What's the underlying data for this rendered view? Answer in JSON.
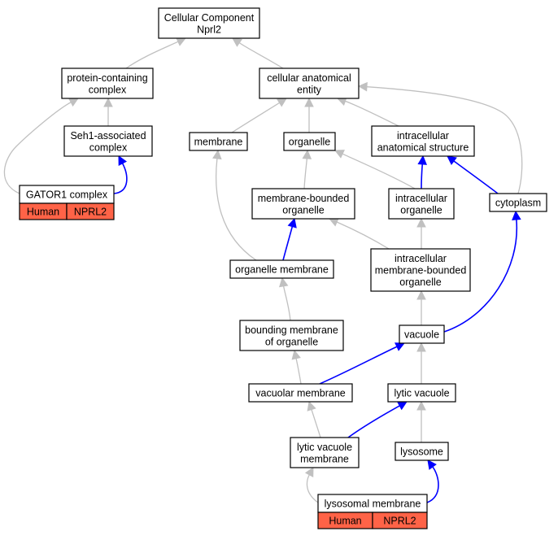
{
  "colors": {
    "is_a_edge": "#c0c0c0",
    "part_of_edge": "#0000ff",
    "annotation_fill": "#ff6347",
    "node_fill": "#ffffff"
  },
  "nodes": {
    "root": [
      "Cellular Component",
      "Nprl2"
    ],
    "protein_containing_complex": [
      "protein-containing",
      "complex"
    ],
    "cellular_anatomical_entity": [
      "cellular anatomical",
      "entity"
    ],
    "seh1_associated_complex": [
      "Seh1-associated",
      "complex"
    ],
    "membrane": [
      "membrane"
    ],
    "organelle": [
      "organelle"
    ],
    "intracellular_anatomical_structure": [
      "intracellular",
      "anatomical structure"
    ],
    "gator1_complex": [
      "GATOR1 complex"
    ],
    "membrane_bounded_organelle": [
      "membrane-bounded",
      "organelle"
    ],
    "intracellular_organelle": [
      "intracellular",
      "organelle"
    ],
    "cytoplasm": [
      "cytoplasm"
    ],
    "organelle_membrane": [
      "organelle membrane"
    ],
    "intracellular_membrane_bounded_organelle": [
      "intracellular",
      "membrane-bounded",
      "organelle"
    ],
    "bounding_membrane_of_organelle": [
      "bounding membrane",
      "of organelle"
    ],
    "vacuole": [
      "vacuole"
    ],
    "vacuolar_membrane": [
      "vacuolar membrane"
    ],
    "lytic_vacuole": [
      "lytic vacuole"
    ],
    "lytic_vacuole_membrane": [
      "lytic vacuole",
      "membrane"
    ],
    "lysosome": [
      "lysosome"
    ],
    "lysosomal_membrane": [
      "lysosomal membrane"
    ]
  },
  "annotations": {
    "gator1_complex": [
      "Human",
      "NPRL2"
    ],
    "lysosomal_membrane": [
      "Human",
      "NPRL2"
    ]
  },
  "edges": [
    {
      "from": "protein_containing_complex",
      "to": "root",
      "type": "is_a"
    },
    {
      "from": "cellular_anatomical_entity",
      "to": "root",
      "type": "is_a"
    },
    {
      "from": "seh1_associated_complex",
      "to": "protein_containing_complex",
      "type": "is_a"
    },
    {
      "from": "gator1_complex",
      "to": "protein_containing_complex",
      "type": "is_a"
    },
    {
      "from": "gator1_complex",
      "to": "seh1_associated_complex",
      "type": "part_of"
    },
    {
      "from": "membrane",
      "to": "cellular_anatomical_entity",
      "type": "is_a"
    },
    {
      "from": "organelle",
      "to": "cellular_anatomical_entity",
      "type": "is_a"
    },
    {
      "from": "intracellular_anatomical_structure",
      "to": "cellular_anatomical_entity",
      "type": "is_a"
    },
    {
      "from": "cytoplasm",
      "to": "cellular_anatomical_entity",
      "type": "is_a"
    },
    {
      "from": "membrane_bounded_organelle",
      "to": "organelle",
      "type": "is_a"
    },
    {
      "from": "intracellular_organelle",
      "to": "organelle",
      "type": "is_a"
    },
    {
      "from": "intracellular_organelle",
      "to": "intracellular_anatomical_structure",
      "type": "part_of"
    },
    {
      "from": "cytoplasm",
      "to": "intracellular_anatomical_structure",
      "type": "part_of"
    },
    {
      "from": "organelle_membrane",
      "to": "membrane",
      "type": "is_a"
    },
    {
      "from": "organelle_membrane",
      "to": "membrane_bounded_organelle",
      "type": "part_of"
    },
    {
      "from": "intracellular_membrane_bounded_organelle",
      "to": "membrane_bounded_organelle",
      "type": "is_a"
    },
    {
      "from": "intracellular_membrane_bounded_organelle",
      "to": "intracellular_organelle",
      "type": "is_a"
    },
    {
      "from": "bounding_membrane_of_organelle",
      "to": "organelle_membrane",
      "type": "is_a"
    },
    {
      "from": "vacuole",
      "to": "intracellular_membrane_bounded_organelle",
      "type": "is_a"
    },
    {
      "from": "vacuole",
      "to": "cytoplasm",
      "type": "part_of"
    },
    {
      "from": "vacuolar_membrane",
      "to": "bounding_membrane_of_organelle",
      "type": "is_a"
    },
    {
      "from": "vacuolar_membrane",
      "to": "vacuole",
      "type": "part_of"
    },
    {
      "from": "lytic_vacuole",
      "to": "vacuole",
      "type": "is_a"
    },
    {
      "from": "lytic_vacuole_membrane",
      "to": "vacuolar_membrane",
      "type": "is_a"
    },
    {
      "from": "lytic_vacuole_membrane",
      "to": "lytic_vacuole",
      "type": "part_of"
    },
    {
      "from": "lysosome",
      "to": "lytic_vacuole",
      "type": "is_a"
    },
    {
      "from": "lysosomal_membrane",
      "to": "lytic_vacuole_membrane",
      "type": "is_a"
    },
    {
      "from": "lysosomal_membrane",
      "to": "lysosome",
      "type": "part_of"
    }
  ]
}
